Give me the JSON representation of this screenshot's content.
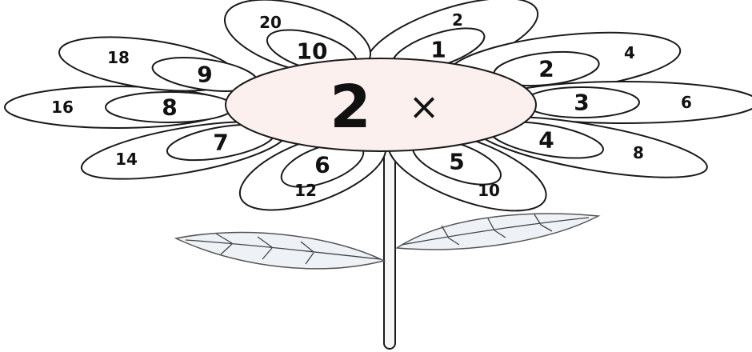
{
  "center": {
    "multiplier": "2",
    "operator": "×"
  },
  "petals": [
    {
      "factor": "1",
      "product": "2"
    },
    {
      "factor": "2",
      "product": "4"
    },
    {
      "factor": "3",
      "product": "6"
    },
    {
      "factor": "4",
      "product": "8"
    },
    {
      "factor": "5",
      "product": "10"
    },
    {
      "factor": "6",
      "product": "12"
    },
    {
      "factor": "7",
      "product": "14"
    },
    {
      "factor": "8",
      "product": "16"
    },
    {
      "factor": "9",
      "product": "18"
    },
    {
      "factor": "10",
      "product": "20"
    }
  ],
  "colors": {
    "disc": "#fbf0ee",
    "leaf": "#eef2f7",
    "outline": "#1a1a1a"
  }
}
